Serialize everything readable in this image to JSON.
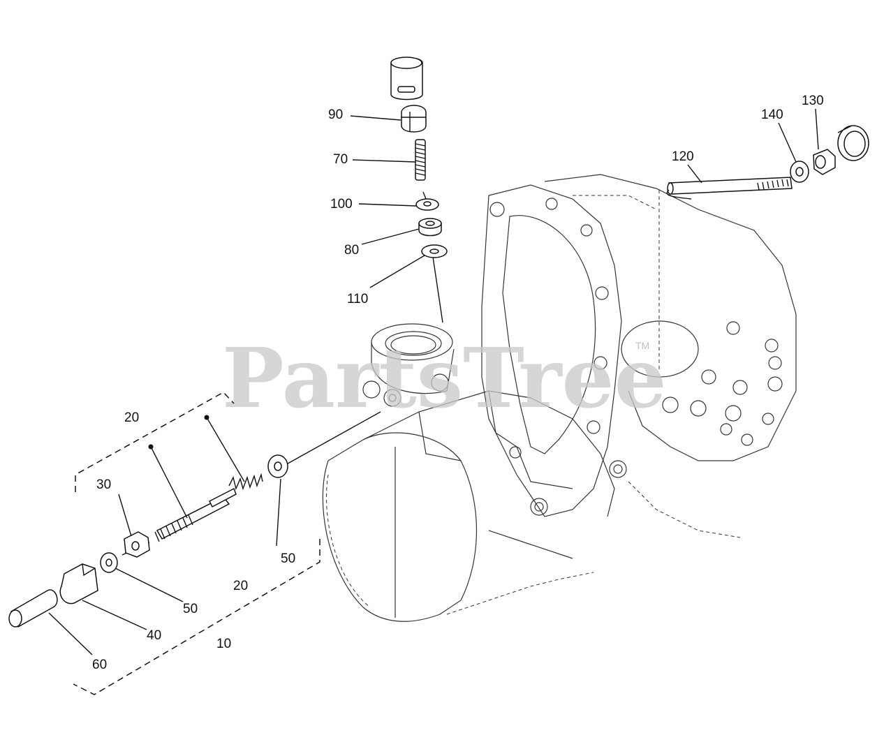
{
  "watermark": {
    "text": "PartsTree",
    "trademark": "TM"
  },
  "callouts": [
    {
      "id": "c90",
      "label": "90"
    },
    {
      "id": "c70",
      "label": "70"
    },
    {
      "id": "c100",
      "label": "100"
    },
    {
      "id": "c80",
      "label": "80"
    },
    {
      "id": "c110",
      "label": "110"
    },
    {
      "id": "c120",
      "label": "120"
    },
    {
      "id": "c140",
      "label": "140"
    },
    {
      "id": "c130",
      "label": "130"
    },
    {
      "id": "c20a",
      "label": "20"
    },
    {
      "id": "c30",
      "label": "30"
    },
    {
      "id": "c50a",
      "label": "50"
    },
    {
      "id": "c50b",
      "label": "50"
    },
    {
      "id": "c20b",
      "label": "20"
    },
    {
      "id": "c40",
      "label": "40"
    },
    {
      "id": "c10",
      "label": "10"
    },
    {
      "id": "c60",
      "label": "60"
    }
  ]
}
